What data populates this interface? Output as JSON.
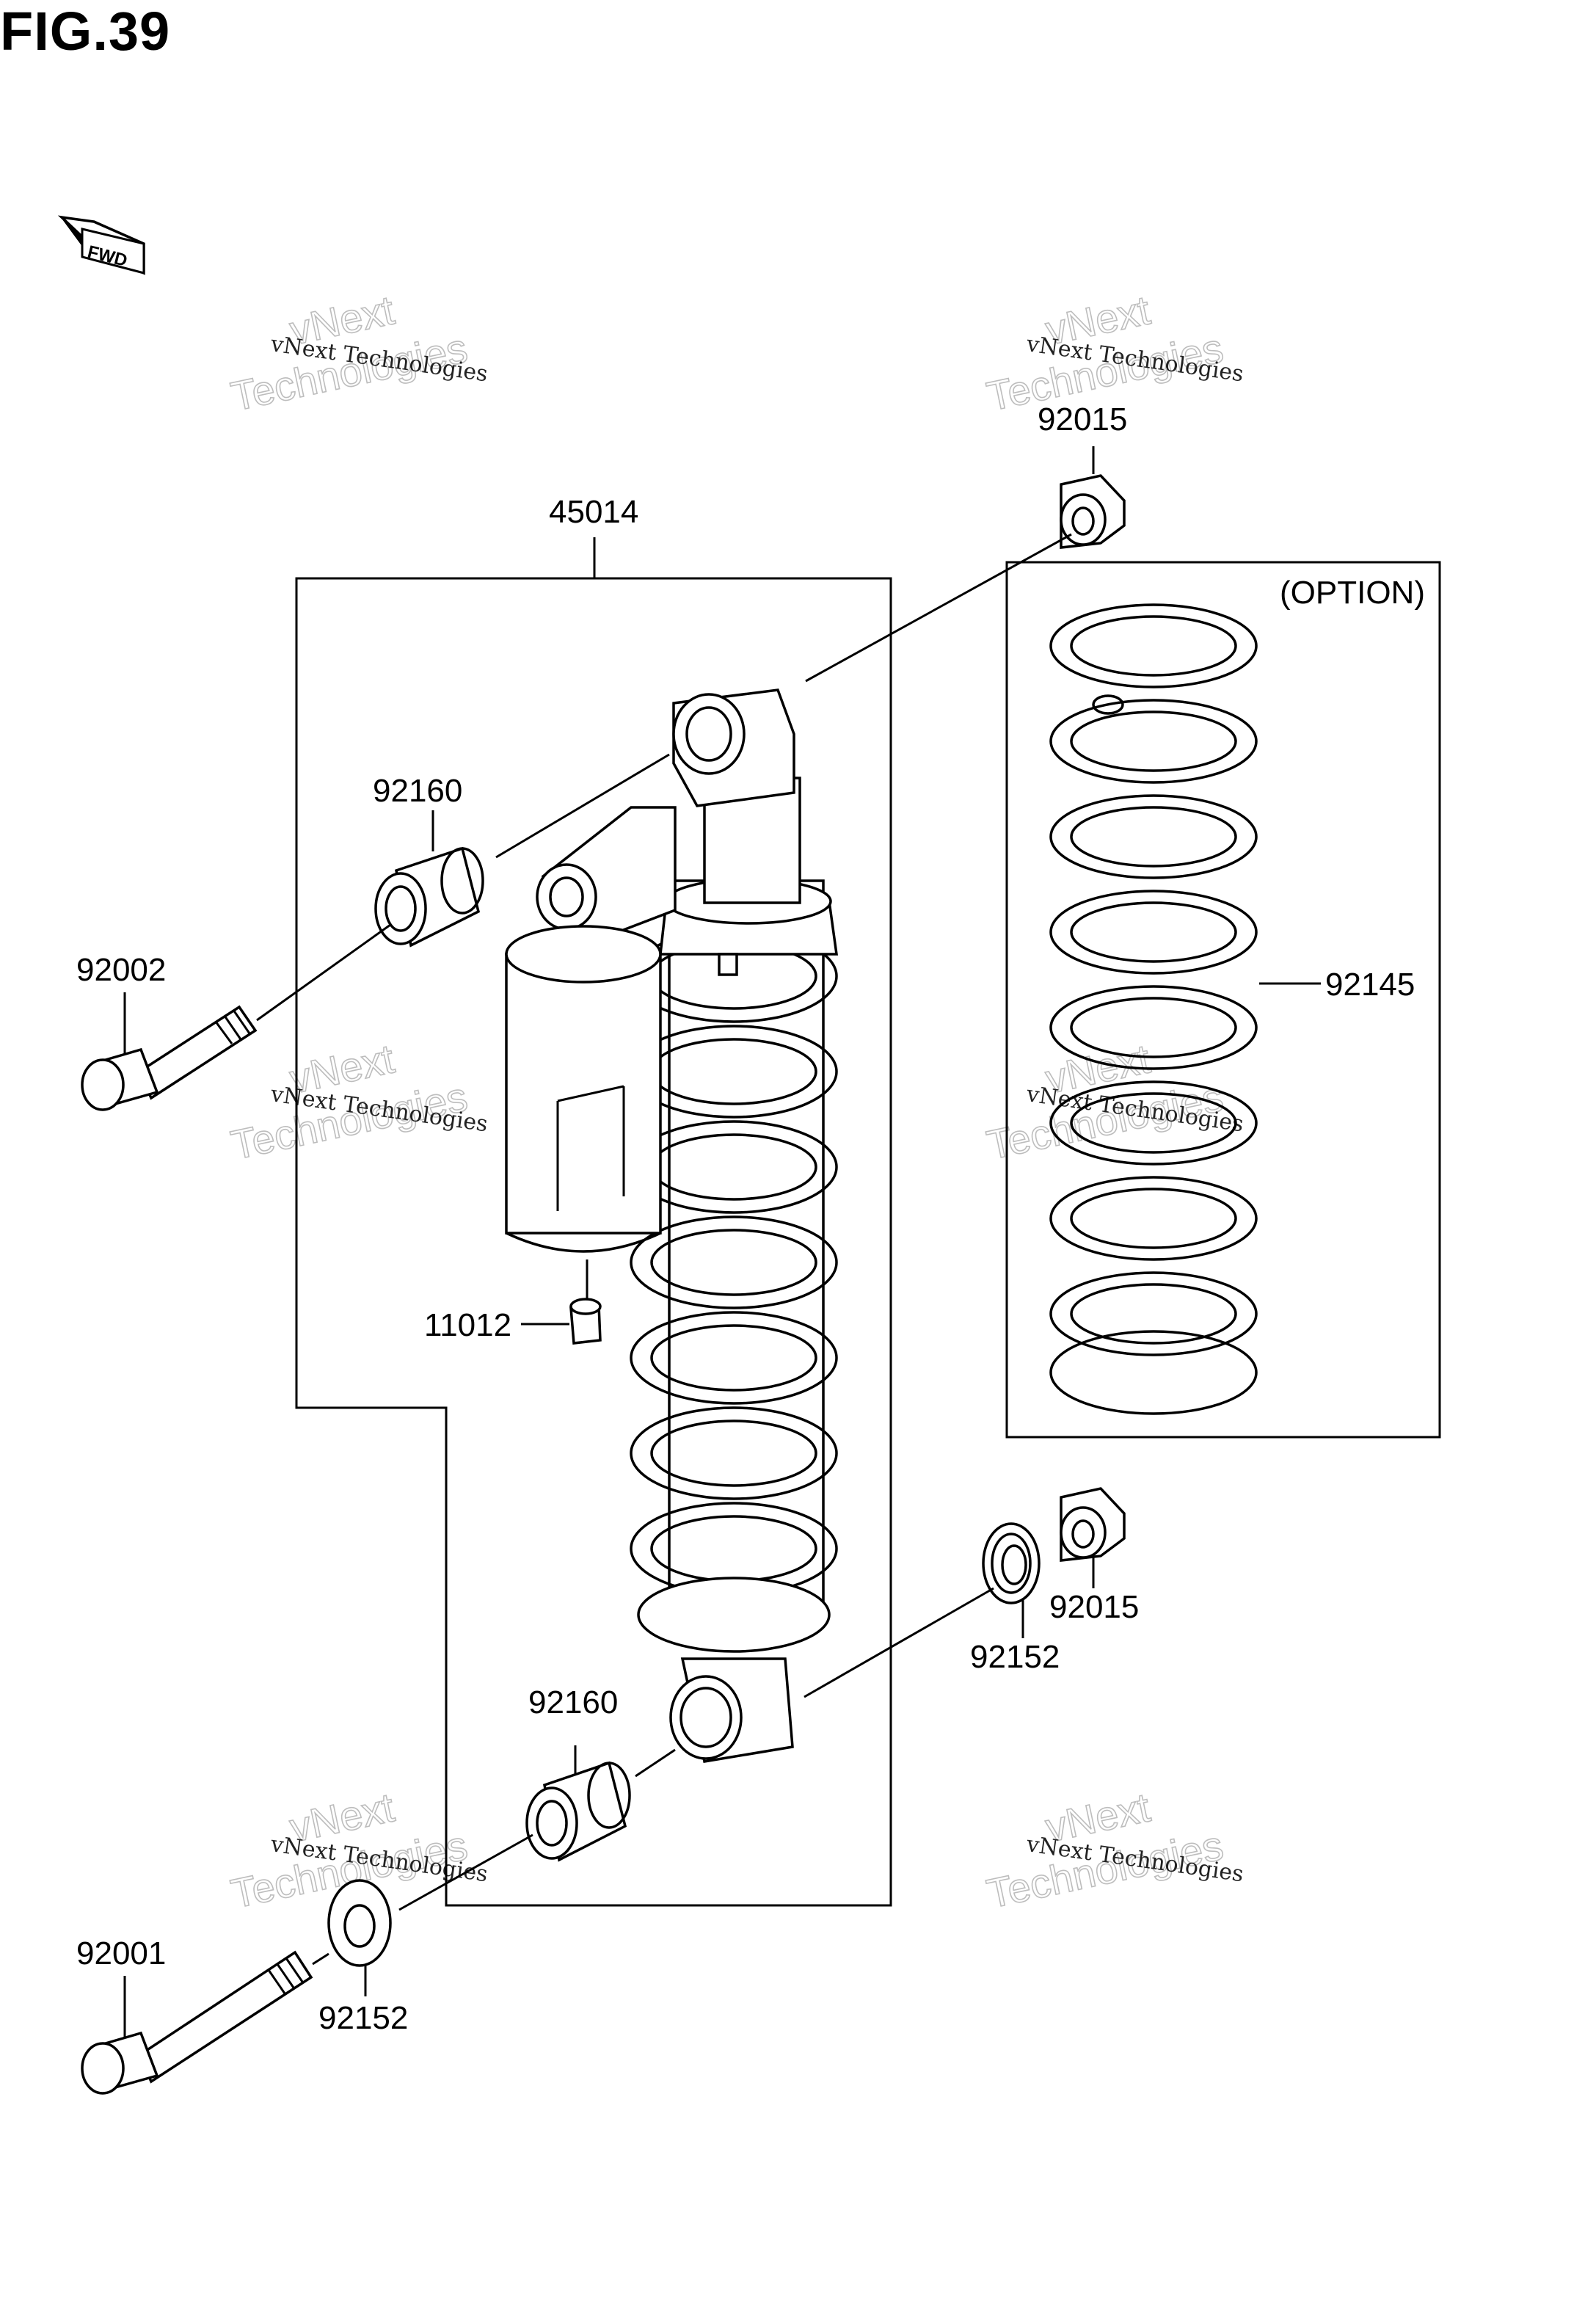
{
  "figure": {
    "title": "FIG.39"
  },
  "fwd_arrow": {
    "text": "FWD"
  },
  "option_box": {
    "label": "(OPTION)"
  },
  "parts": [
    {
      "id": "45014"
    },
    {
      "id": "92015"
    },
    {
      "id": "92160"
    },
    {
      "id": "92002"
    },
    {
      "id": "92145"
    },
    {
      "id": "11012"
    },
    {
      "id": "92015"
    },
    {
      "id": "92152"
    },
    {
      "id": "92160"
    },
    {
      "id": "92001"
    },
    {
      "id": "92152"
    }
  ],
  "watermark": {
    "line1": "vNext Technologies",
    "line2a": "vNext",
    "line2b": "Technologies"
  }
}
